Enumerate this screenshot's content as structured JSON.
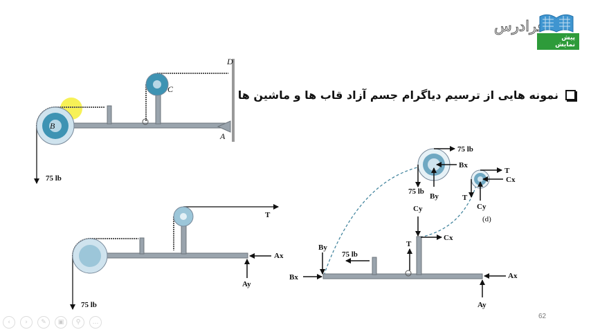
{
  "header": {
    "logo_text": "فرادرس",
    "logo_badge": "پیش نمایش"
  },
  "slide": {
    "title": "نمونه هایی از ترسیم دیاگرام جسم آزاد قاب ها و ماشین ها",
    "page_number": "62"
  },
  "figure_a": {
    "load": "75 lb",
    "labels": {
      "B": "B",
      "C": "C",
      "D": "D",
      "A": "A"
    }
  },
  "figure_b": {
    "load": "75 lb",
    "tension": "T",
    "ax": "Ax",
    "ay": "Ay"
  },
  "figure_c": {
    "bx": "Bx",
    "by": "By",
    "load": "75 lb",
    "t": "T",
    "cy": "Cy",
    "cx": "Cx",
    "ax": "Ax",
    "ay": "Ay",
    "pulley_b": {
      "load_top": "75 lb",
      "bx": "Bx",
      "load_down": "75 lb",
      "by": "By"
    },
    "pulley_c": {
      "t_top": "T",
      "cx": "Cx",
      "t_down": "T",
      "cy": "Cy"
    },
    "caption": "(d)"
  },
  "controls": [
    {
      "icon": "previous-icon",
      "glyph": "‹"
    },
    {
      "icon": "next-icon",
      "glyph": "›"
    },
    {
      "icon": "pen-icon",
      "glyph": "✎"
    },
    {
      "icon": "slides-icon",
      "glyph": "▣"
    },
    {
      "icon": "zoom-icon",
      "glyph": "⚲"
    },
    {
      "icon": "more-icon",
      "glyph": "…"
    }
  ]
}
